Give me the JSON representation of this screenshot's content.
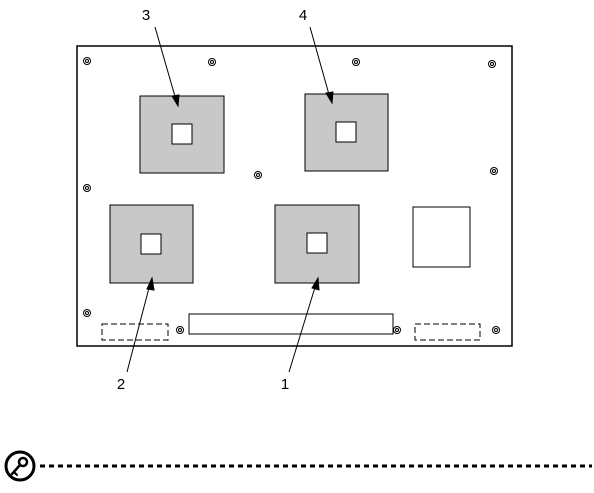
{
  "diagram": {
    "callouts": [
      {
        "number": "1"
      },
      {
        "number": "2"
      },
      {
        "number": "3"
      },
      {
        "number": "4"
      }
    ],
    "key_icon": "key-icon",
    "colors": {
      "board_fill": "#ffffff",
      "board_stroke": "#000000",
      "socket_fill": "#c8c8c8",
      "socket_stroke": "#000000",
      "core_fill": "#ffffff",
      "dotted_rule": "#000000"
    }
  }
}
